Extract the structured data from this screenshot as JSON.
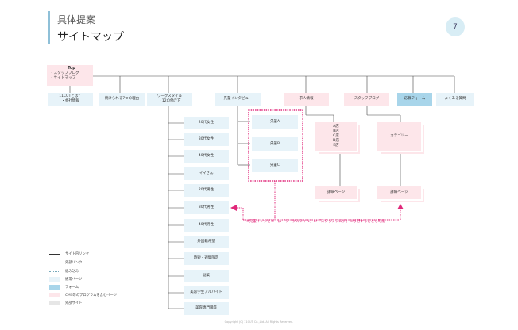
{
  "header": {
    "heading": "具体提案",
    "title": "サイトマップ",
    "page_number": "7"
  },
  "top": {
    "label": "Top",
    "sub": [
      "・スタッフブログ",
      "・サイトマップ"
    ]
  },
  "tier1": [
    "11CUTとは？\n・会社情報",
    "続けられる7つの理由",
    "ワークスタイル\n・12の働き方",
    "先輩インタビュー",
    "求人情報",
    "スタッフブログ",
    "応募フォーム",
    "よくある質問"
  ],
  "work_styles": [
    "20代女性",
    "30代女性",
    "40代女性",
    "ママさん",
    "20代男性",
    "30代男性",
    "40代男性",
    "外国籍希望",
    "時短・週間限定",
    "副業",
    "美容学生アルバイト",
    "美容専門職等"
  ],
  "interviews": [
    "先輩A",
    "先輩B",
    "先輩C"
  ],
  "jobs": {
    "list": [
      "A店",
      "B店",
      "C店",
      "D店",
      "E店"
    ],
    "detail": "詳細ページ"
  },
  "blog": {
    "category": "カテゴリー",
    "detail": "詳細ページ"
  },
  "note": "※先輩インタビューは「ワークスタイル」or「スタッフブログ」に移行することも可能",
  "legend": [
    "サイト内リンク",
    "外部リンク",
    "組み込み",
    "通常ページ",
    "フォーム",
    "CMS等のプログラムを含むページ",
    "外部サイト"
  ],
  "colors": {
    "light_blue": "#e7f3f9",
    "pink": "#fde6ea",
    "blue": "#a8d5ea",
    "gray": "#e6e6e6",
    "highlight": "#e0287a"
  },
  "footer": "Copyright (C) 11CUT Co.,Ltd. All Rights Reserved."
}
